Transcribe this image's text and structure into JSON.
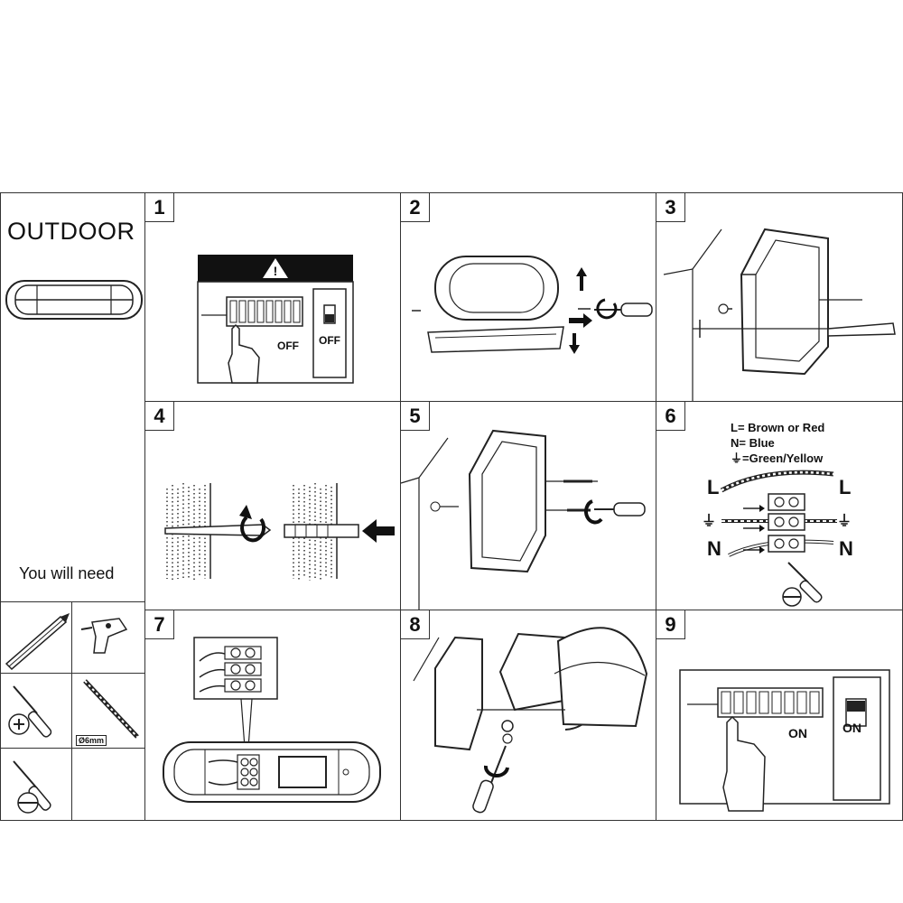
{
  "page": {
    "title": "OUTDOOR",
    "you_will_need": "You will need"
  },
  "tools": {
    "drill_bit_size": "Ø6mm"
  },
  "steps": [
    {
      "number": "1",
      "labels": {
        "switch_off_1": "OFF",
        "switch_off_2": "OFF"
      }
    },
    {
      "number": "2"
    },
    {
      "number": "3"
    },
    {
      "number": "4"
    },
    {
      "number": "5"
    },
    {
      "number": "6",
      "legend": {
        "line1": "L= Brown or Red",
        "line2": "N= Blue",
        "line3": "⏚=Green/Yellow"
      },
      "terminal_labels": {
        "l_left": "L",
        "l_right": "L",
        "n_left": "N",
        "n_right": "N",
        "earth_left": "⏚",
        "earth_right": "⏚"
      }
    },
    {
      "number": "7"
    },
    {
      "number": "8"
    },
    {
      "number": "9",
      "labels": {
        "switch_on_1": "ON",
        "switch_on_2": "ON"
      }
    }
  ],
  "icons": [
    "warning-triangle-icon",
    "hand-icon",
    "screwdriver-phillips-icon",
    "screwdriver-flat-icon",
    "pencil-icon",
    "drill-icon",
    "drill-bit-icon",
    "rotate-arrow-icon",
    "arrow-icon"
  ]
}
